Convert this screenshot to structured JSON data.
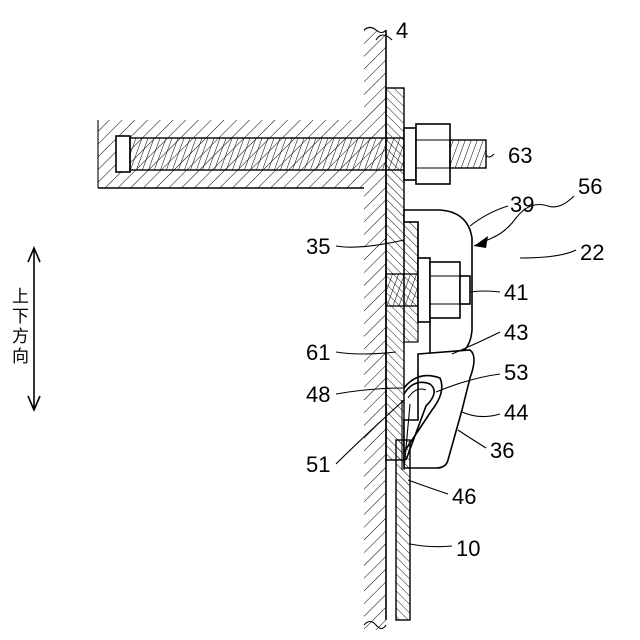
{
  "labels": {
    "l4": "4",
    "l63": "63",
    "l56": "56",
    "l39": "39",
    "l35": "35",
    "l22": "22",
    "l41": "41",
    "l43": "43",
    "l61": "61",
    "l53": "53",
    "l48": "48",
    "l44": "44",
    "l36": "36",
    "l51": "51",
    "l46": "46",
    "l10": "10"
  },
  "direction": {
    "text": "上下方向",
    "chars": [
      "上",
      "下",
      "方",
      "向"
    ]
  }
}
